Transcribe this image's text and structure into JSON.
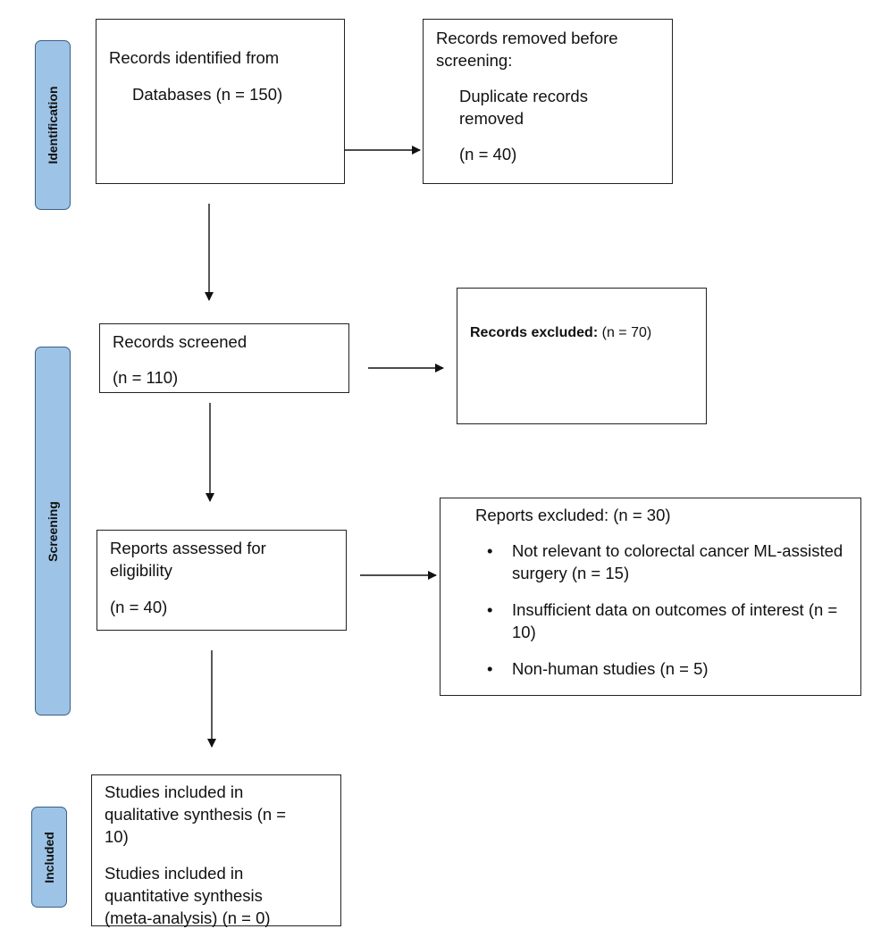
{
  "phases": {
    "identification": "Identification",
    "screening": "Screening",
    "included": "Included"
  },
  "identified": {
    "line1": "Records identified from",
    "line2": "Databases (n = 150)"
  },
  "removed": {
    "heading": "Records removed before screening:",
    "detail": "Duplicate records removed",
    "count": "(n = 40)"
  },
  "screened": {
    "label": "Records screened",
    "count": "(n = 110)"
  },
  "excluded_records": {
    "label": "Records excluded:",
    "count": "(n = 70)"
  },
  "assessed": {
    "label": "Reports assessed for eligibility",
    "count": "(n = 40)"
  },
  "excluded_reports": {
    "heading": "Reports excluded: (n = 30)",
    "reasons": [
      "Not relevant to colorectal cancer ML-assisted surgery (n = 15)",
      "Insufficient data on outcomes of interest (n = 10)",
      "Non-human studies (n = 5)"
    ]
  },
  "included": {
    "qualitative": "Studies included in qualitative synthesis (n = 10)",
    "quantitative": "Studies included in quantitative synthesis (meta-analysis) (n = 0)"
  }
}
